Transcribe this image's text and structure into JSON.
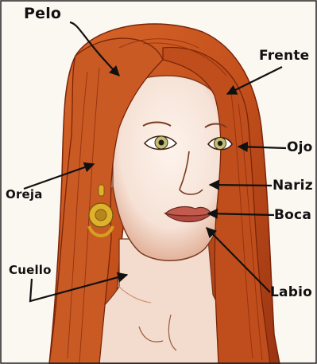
{
  "labels": {
    "pelo": "Pelo",
    "frente": "Frente",
    "ojo": "Ojo",
    "nariz": "Nariz",
    "oreja": "Oreja",
    "boca": "Boca",
    "cuello": "Cuello",
    "labio": "Labio"
  },
  "colors": {
    "hair": "#c4501c",
    "hair_dark": "#8e2d0e",
    "skin": "#f6e2d6",
    "skin_shade": "#d99a80",
    "lips": "#c25a4e",
    "iris": "#c3bd72",
    "earring": "#e0b12c",
    "arrow": "#111111"
  }
}
